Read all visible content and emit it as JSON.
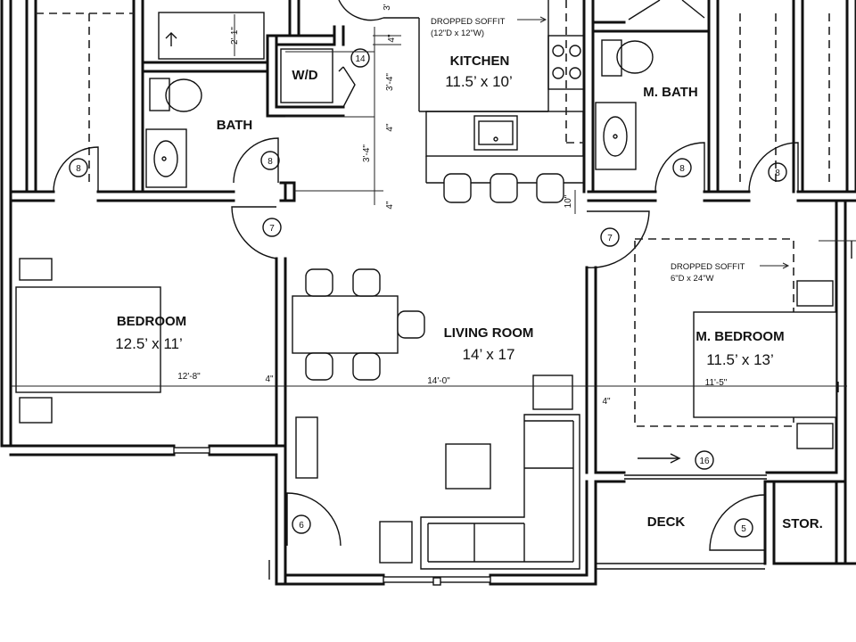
{
  "rooms": {
    "bedroom": {
      "name": "BEDROOM",
      "size": "12.5’ x 11’"
    },
    "kitchen": {
      "name": "KITCHEN",
      "size": "11.5’ x 10’"
    },
    "living": {
      "name": "LIVING ROOM",
      "size": "14’ x 17"
    },
    "master_bedroom": {
      "name": "M. BEDROOM",
      "size": "11.5’ x 13’"
    },
    "master_bath": {
      "name": "M. BATH"
    },
    "bath": {
      "name": "BATH"
    },
    "laundry": {
      "name": "W/D"
    },
    "deck": {
      "name": "DECK"
    },
    "storage": {
      "name": "STOR."
    }
  },
  "notes": {
    "kitchen_soffit_title": "DROPPED SOFFIT",
    "kitchen_soffit_size": "(12\"D x 12\"W)",
    "mbr_soffit_title": "DROPPED SOFFIT",
    "mbr_soffit_size": "6\"D x 24\"W"
  },
  "dimensions": {
    "bedroom_width": "12'-8\"",
    "wall_left": "4\"",
    "living_width": "14'-0\"",
    "wall_right": "4\"",
    "mbr_width": "11'-5\"",
    "bath_tub": "2'-1\"",
    "wd_depth": "3'-4\"",
    "bath_depth": "3'-4\"",
    "gap_a": "4\"",
    "gap_b": "4\"",
    "gap_c": "4\"",
    "gap_d": "10\"",
    "top_partial": "3'"
  },
  "door_tags": [
    "8",
    "8",
    "8",
    "8",
    "7",
    "7",
    "14",
    "6",
    "5",
    "16"
  ]
}
